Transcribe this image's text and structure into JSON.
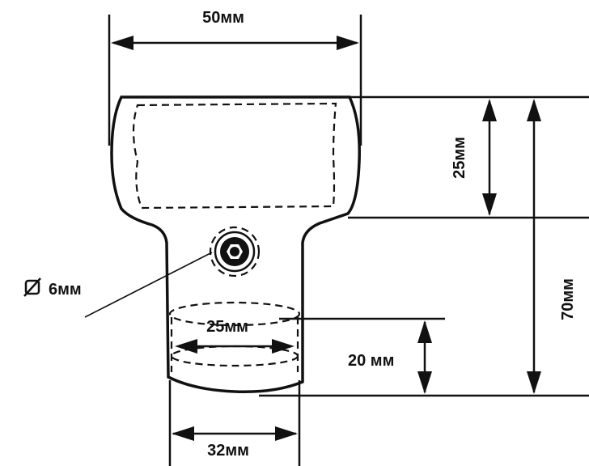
{
  "labels": {
    "top_width": "50мм",
    "head_height": "25мм",
    "total_height": "70мм",
    "hole_diameter": "6мм",
    "inner_width": "25мм",
    "bottom_height": "20 мм",
    "stem_width": "32мм"
  },
  "colors": {
    "ink": "#111111",
    "background": "#ffffff"
  },
  "icons": {
    "diameter_symbol": "diameter-icon"
  }
}
